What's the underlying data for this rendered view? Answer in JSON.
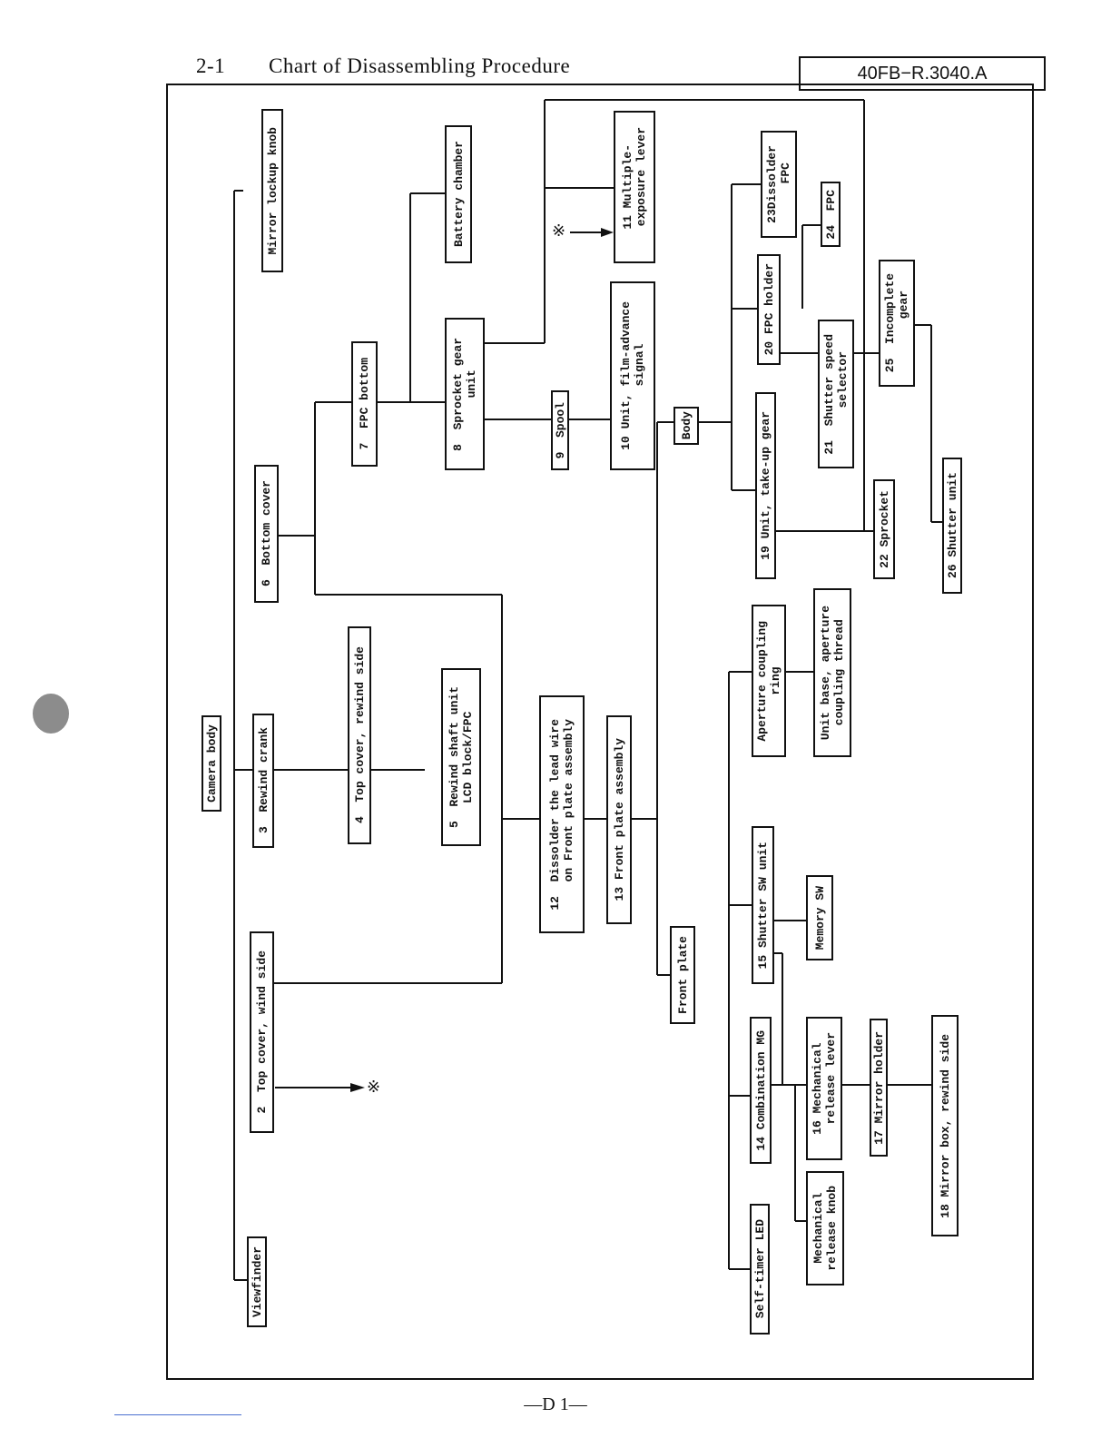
{
  "header": {
    "section_number": "2-1",
    "title": "Chart of Disassembling Procedure",
    "doc_number": "40FB−R.3040.A"
  },
  "footer": {
    "page": "—D 1—"
  },
  "mark": "※",
  "chart": {
    "nodes": {
      "camera_body": "Camera body",
      "viewfinder": "Viewfinder",
      "mirror_lockup_knob": "Mirror lockup knob",
      "top_cover_wind": "2  Top cover, wind side",
      "rewind_crank": "3  Rewind crank",
      "top_cover_rewind": "4  Top cover, rewind side",
      "rewind_shaft": "5  Rewind shaft unit\nLCD block/FPC",
      "bottom_cover": "6  Bottom cover",
      "fpc_bottom": "7  FPC bottom",
      "battery_chamber": "Battery chamber",
      "sprocket_gear": "8  Sprocket gear\n   unit",
      "spool": "9  Spool",
      "film_advance": "10 Unit, film-advance\n   signal",
      "multiple_exposure": "11 Multiple-\n   exposure lever",
      "dissolder_lead": "12  Dissolder the lead wire\n    on Front plate assembly",
      "front_plate_assembly": "13 Front plate assembly",
      "front_plate": "Front plate",
      "body": "Body",
      "take_up_gear": "19 Unit, take-up gear",
      "fpc_holder": "20 FPC holder",
      "shutter_speed_selector": "21  Shutter speed\n    selector",
      "sprocket": "22 Sprocket",
      "dissolder_fpc": "23Dissolder\n   FPC",
      "fpc": "24  FPC",
      "incomplete_gear": "25  Incomplete\n     gear",
      "shutter_unit": "26 Shutter unit",
      "aperture_coupling_ring": "Aperture coupling\nring",
      "unit_base": "Unit base, aperture\ncoupling thread",
      "shutter_sw_unit": "15 Shutter SW unit",
      "memory_sw": "Memory SW",
      "combination_mg": "14 Combination MG",
      "mechanical_release_lever": "16 Mechanical\n   release lever",
      "mirror_holder": "17 Mirror holder",
      "mirror_box": "18 Mirror box, rewind side",
      "self_timer_led": "Self-timer LED",
      "mechanical_release_knob": "Mechanical\nrelease knob"
    }
  }
}
